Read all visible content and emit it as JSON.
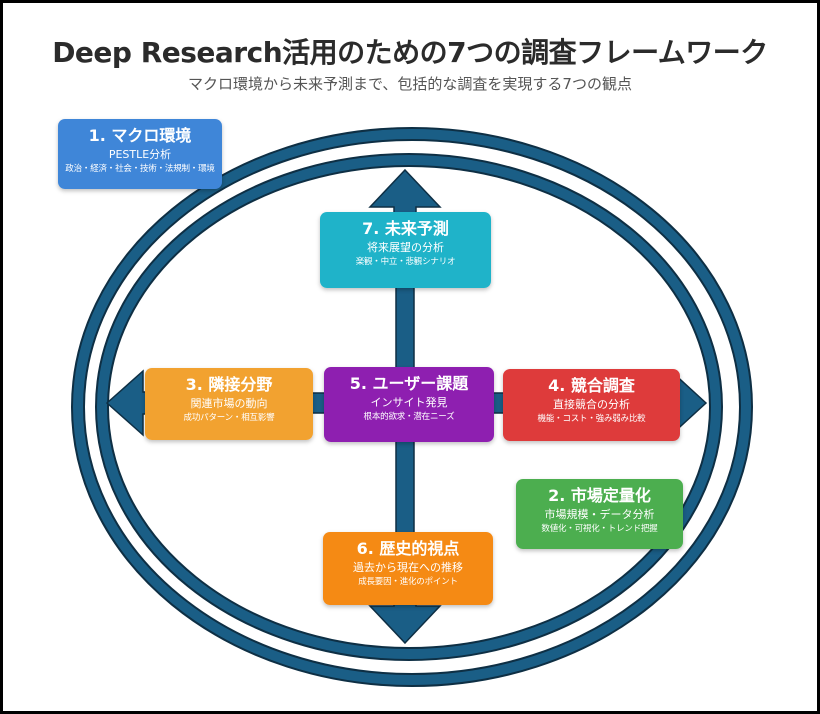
{
  "header": {
    "title": "Deep Research活用のための7つの調査フレームワーク",
    "subtitle": "マクロ環境から未来予測まで、包括的な調査を実現する7つの観点"
  },
  "colors": {
    "ring": "#1a5e86",
    "ring_outline": "#0e2f44",
    "arrow": "#1a5e86"
  },
  "cards": {
    "macro": {
      "title": "1. マクロ環境",
      "subtitle": "PESTLE分析",
      "detail": "政治・経済・社会・技術・法規制・環境",
      "color": "#3f86d8"
    },
    "market": {
      "title": "2. 市場定量化",
      "subtitle": "市場規模・データ分析",
      "detail": "数値化・可視化・トレンド把握",
      "color": "#4cae4f"
    },
    "adjacent": {
      "title": "3. 隣接分野",
      "subtitle": "関連市場の動向",
      "detail": "成功パターン・相互影響",
      "color": "#f2a230"
    },
    "competitor": {
      "title": "4. 競合調査",
      "subtitle": "直接競合の分析",
      "detail": "機能・コスト・強み弱み比較",
      "color": "#de3b3b"
    },
    "user": {
      "title": "5. ユーザー課題",
      "subtitle": "インサイト発見",
      "detail": "根本的欲求・潜在ニーズ",
      "color": "#8e1fb0"
    },
    "history": {
      "title": "6. 歴史的視点",
      "subtitle": "過去から現在への推移",
      "detail": "成長要因・進化のポイント",
      "color": "#f58a14"
    },
    "future": {
      "title": "7. 未来予測",
      "subtitle": "将来展望の分析",
      "detail": "楽観・中立・悲観シナリオ",
      "color": "#1fb3c9"
    }
  },
  "icons": {
    "arrows": [
      "arrow-up-icon",
      "arrow-down-icon",
      "arrow-left-icon",
      "arrow-right-icon"
    ],
    "rings": [
      "outer-ring",
      "inner-ring"
    ]
  }
}
